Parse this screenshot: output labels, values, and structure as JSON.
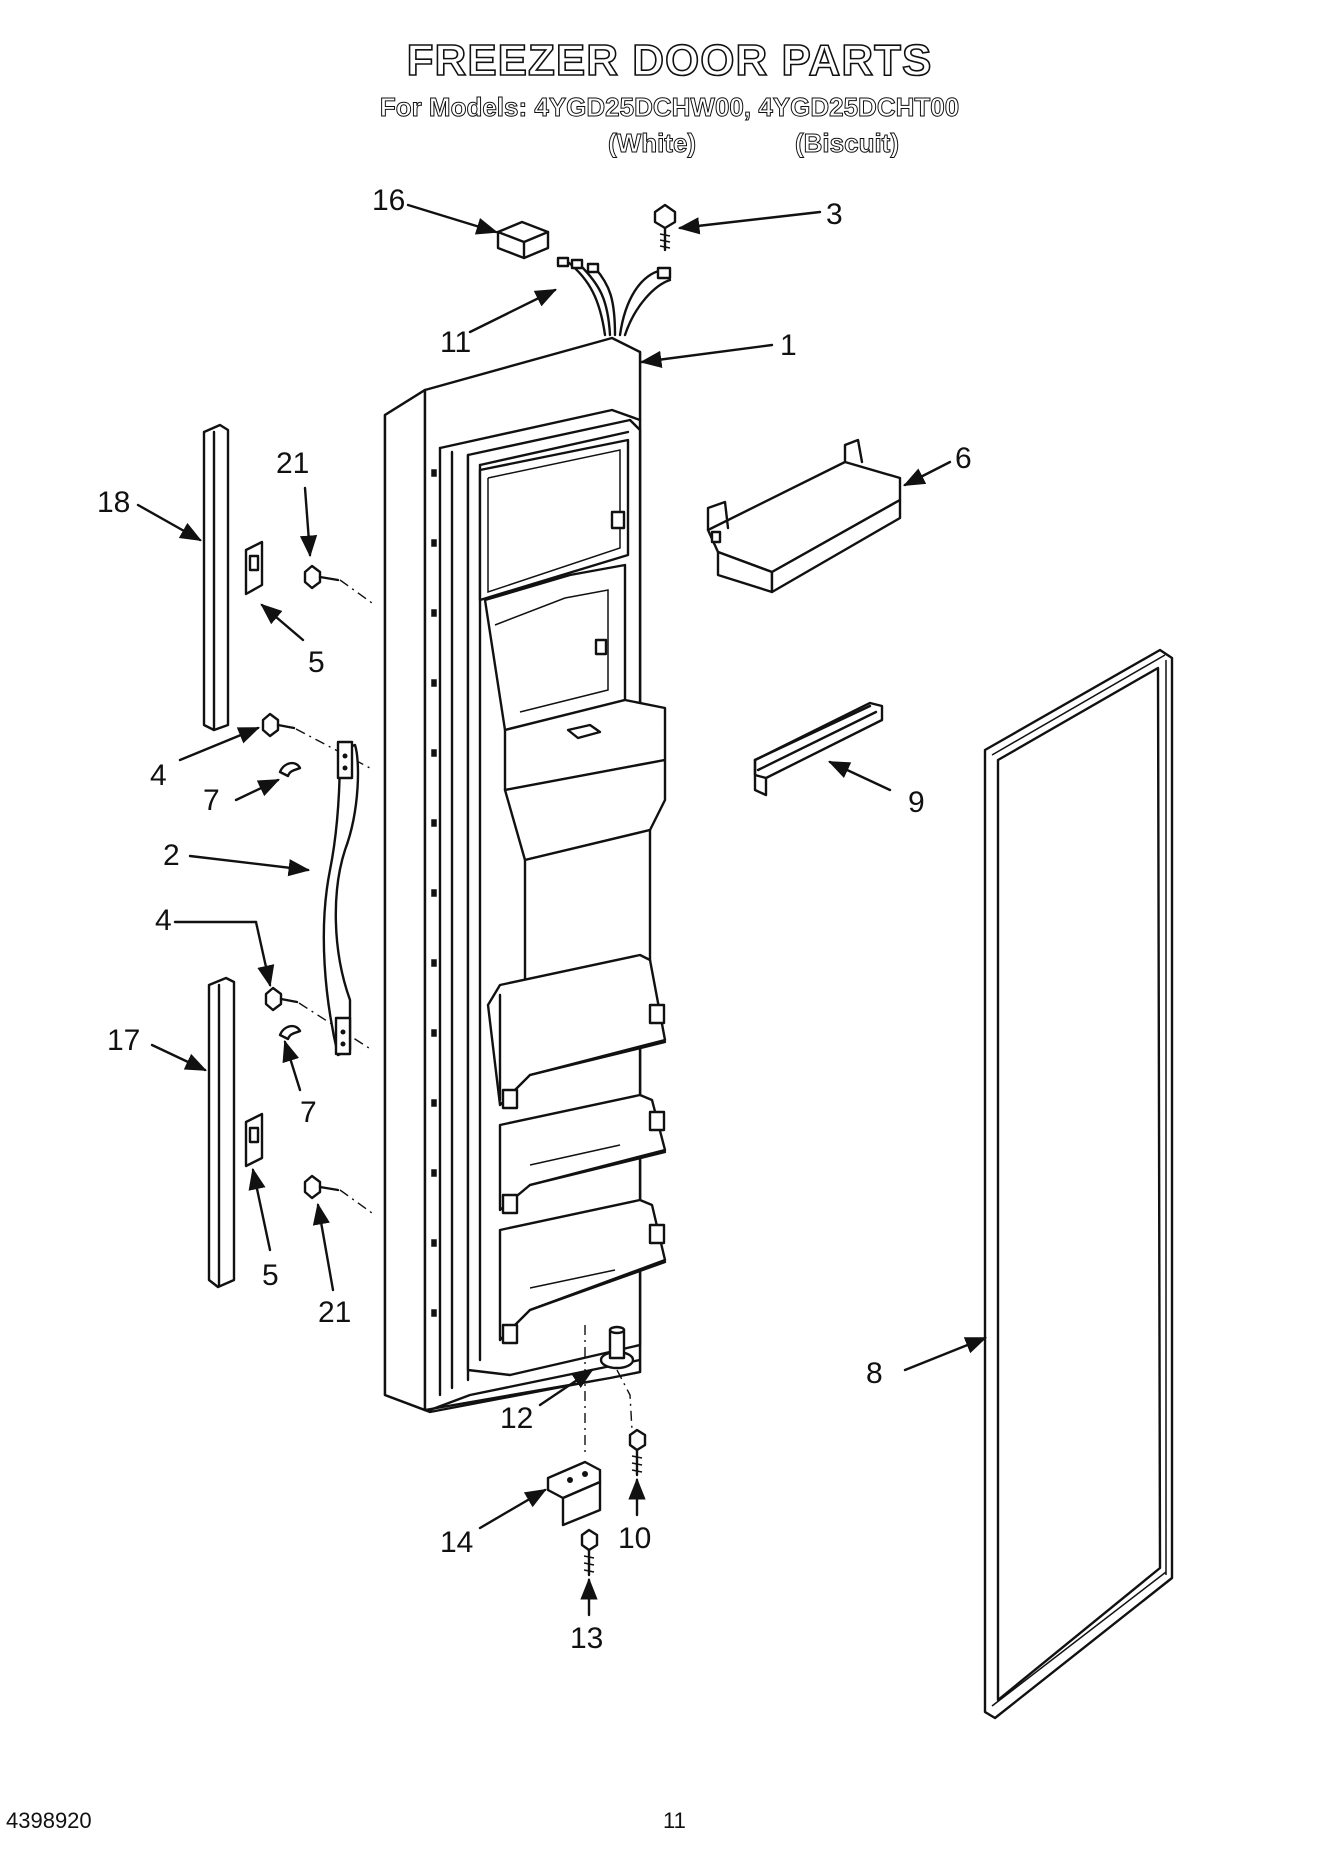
{
  "header": {
    "title": "FREEZER DOOR PARTS",
    "models_line": "For Models: 4YGD25DCHW00, 4YGD25DCHT00",
    "color_white": "(White)",
    "color_biscuit": "(Biscuit)"
  },
  "callouts": [
    {
      "id": "c16",
      "label": "16"
    },
    {
      "id": "c3",
      "label": "3"
    },
    {
      "id": "c11",
      "label": "11"
    },
    {
      "id": "c1",
      "label": "1"
    },
    {
      "id": "c6",
      "label": "6"
    },
    {
      "id": "c18",
      "label": "18"
    },
    {
      "id": "c21a",
      "label": "21"
    },
    {
      "id": "c5a",
      "label": "5"
    },
    {
      "id": "c4a",
      "label": "4"
    },
    {
      "id": "c7a",
      "label": "7"
    },
    {
      "id": "c9",
      "label": "9"
    },
    {
      "id": "c2",
      "label": "2"
    },
    {
      "id": "c4b",
      "label": "4"
    },
    {
      "id": "c17",
      "label": "17"
    },
    {
      "id": "c7b",
      "label": "7"
    },
    {
      "id": "c5b",
      "label": "5"
    },
    {
      "id": "c21b",
      "label": "21"
    },
    {
      "id": "c8",
      "label": "8"
    },
    {
      "id": "c12",
      "label": "12"
    },
    {
      "id": "c14",
      "label": "14"
    },
    {
      "id": "c10",
      "label": "10"
    },
    {
      "id": "c13",
      "label": "13"
    }
  ],
  "footer": {
    "doc_number": "4398920",
    "page_number": "11"
  }
}
